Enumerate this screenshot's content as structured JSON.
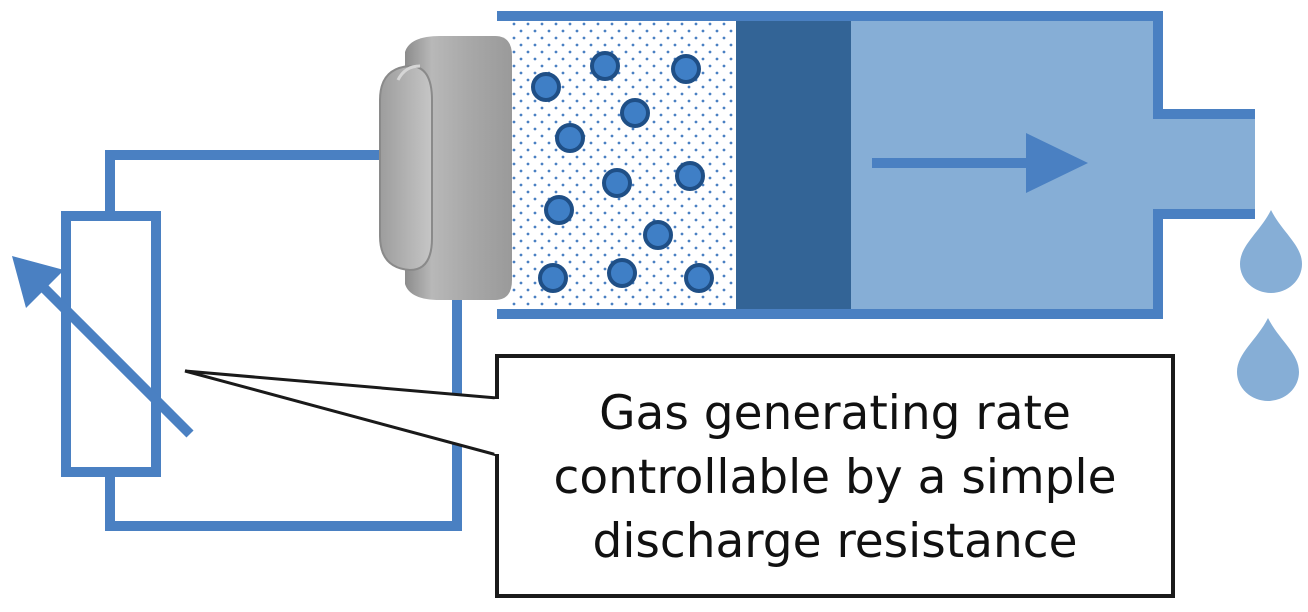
{
  "callout": {
    "lines": [
      "Gas generating rate",
      "controllable by a simple",
      "discharge resistance"
    ]
  },
  "colors": {
    "wire": "#4a80c2",
    "cylinder_outline": "#4a80c2",
    "gas_fill": "#86aed6",
    "piston": "#336496",
    "particle_fill": "#3f7fc6",
    "particle_stroke": "#1f4f86",
    "cell_body": "#a9a9a9",
    "arrow": "#4a80c2",
    "droplet": "#86aed6",
    "callout_border": "#1a1a1a"
  },
  "icons": {
    "gas_cell": "cylinder-cell-icon",
    "variable_resistor": "variable-resistor-icon",
    "flow_arrow": "right-arrow-icon",
    "droplet": "droplet-icon"
  }
}
